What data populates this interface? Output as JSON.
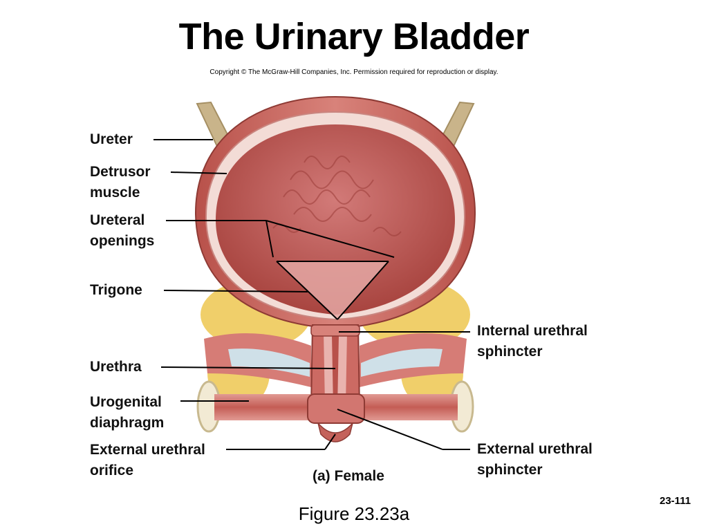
{
  "title": "The Urinary Bladder",
  "copyright": "Copyright © The McGraw-Hill Companies, Inc. Permission required for reproduction or display.",
  "labels": {
    "ureter": [
      "Ureter"
    ],
    "detrusor": [
      "Detrusor",
      "muscle"
    ],
    "ureteral_openings": [
      "Ureteral",
      "openings"
    ],
    "trigone": [
      "Trigone"
    ],
    "urethra": [
      "Urethra"
    ],
    "urogenital": [
      "Urogenital",
      "diaphragm"
    ],
    "external_orifice": [
      "External urethral",
      "orifice"
    ],
    "internal_sphincter": [
      "Internal urethral",
      "sphincter"
    ],
    "external_sphincter": [
      "External urethral",
      "sphincter"
    ]
  },
  "caption": "(a) Female",
  "figure": "Figure 23.23a",
  "page_number": "23-111",
  "colors": {
    "muscle": "#c9645c",
    "mucosa": "#d98a86",
    "fat": "#f0cf6a",
    "ureter": "#c9b48a",
    "leader": "#000000"
  }
}
